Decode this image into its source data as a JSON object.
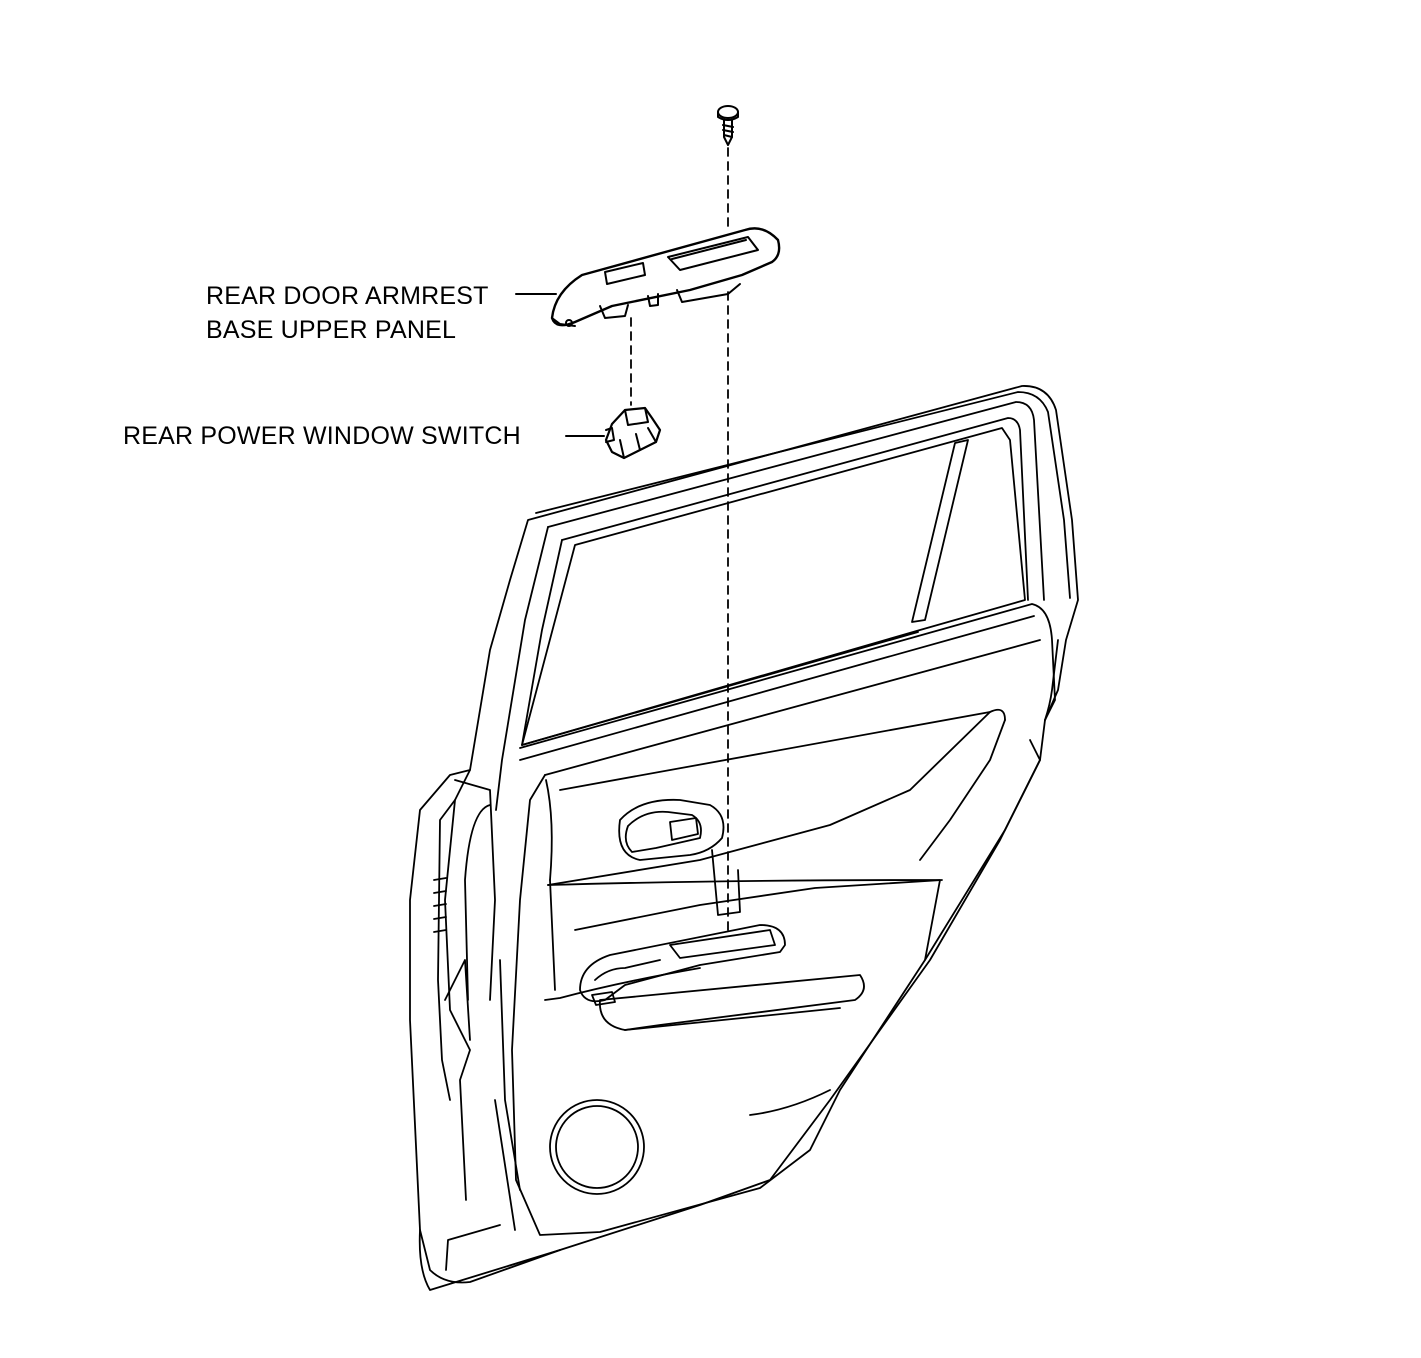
{
  "labels": {
    "armrest_line1": "REAR DOOR ARMREST",
    "armrest_line2": "BASE UPPER PANEL",
    "switch": "REAR POWER WINDOW SWITCH"
  },
  "colors": {
    "ink": "#000000",
    "background": "#ffffff"
  },
  "parts": [
    "screw-icon",
    "armrest-upper-panel",
    "power-window-switch",
    "rear-door-trim"
  ]
}
